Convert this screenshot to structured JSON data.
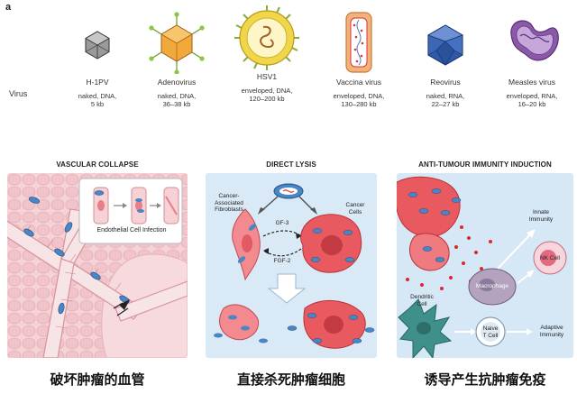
{
  "figure": {
    "panel_letter": "a",
    "row_label": "Virus"
  },
  "viruses": [
    {
      "name": "H-1PV",
      "line1": "naked, DNA,",
      "line2": "5 kb",
      "icon": "hexagon-capsid-icon"
    },
    {
      "name": "Adenovirus",
      "line1": "naked, DNA,",
      "line2": "36–38 kb",
      "icon": "fibered-capsid-icon"
    },
    {
      "name": "HSV1",
      "line1": "enveloped, DNA,",
      "line2": "120–200 kb",
      "icon": "enveloped-virion-icon"
    },
    {
      "name": "Vaccina virus",
      "line1": "enveloped, DNA,",
      "line2": "130–280 kb",
      "icon": "brick-virion-icon"
    },
    {
      "name": "Reovirus",
      "line1": "naked, RNA,",
      "line2": "22–27 kb",
      "icon": "icosahedral-capsid-icon"
    },
    {
      "name": "Measles virus",
      "line1": "enveloped, RNA,",
      "line2": "16–20 kb",
      "icon": "pleomorphic-virion-icon"
    }
  ],
  "mechanisms": {
    "vascular": {
      "title": "VASCULAR COLLAPSE",
      "inset_label": "Endothelial Cell Infection",
      "caption": "破坏肿瘤的血管"
    },
    "lysis": {
      "title": "DIRECT LYSIS",
      "caf_label": [
        "Cancer-",
        "Associated",
        "Fibroblasts"
      ],
      "cancer_label": [
        "Cancer",
        "Cells"
      ],
      "factor1": "GF-3",
      "factor2": "FGF-2",
      "caption": "直接杀死肿瘤细胞"
    },
    "immunity": {
      "title": "ANTI-TUMOUR IMMUNITY INDUCTION",
      "innate_label": [
        "Innate",
        "Immunity"
      ],
      "nk_label": "NK Cell",
      "macrophage_label": "Macrophage",
      "dendritic_label": [
        "Dendritic",
        "Cell"
      ],
      "naive_label": [
        "Naive",
        "T Cell"
      ],
      "adaptive_label": [
        "Adaptive",
        "Immunity"
      ],
      "caption": "诱导产生抗肿瘤免疫"
    }
  },
  "colors": {
    "vascular_bg": "#f6d6d8",
    "lysis_bg": "#d9e9f6",
    "immunity_bg": "#d6e7f5",
    "virus_blue": "#3a78b8",
    "cancer_red": "#e45a5e"
  }
}
